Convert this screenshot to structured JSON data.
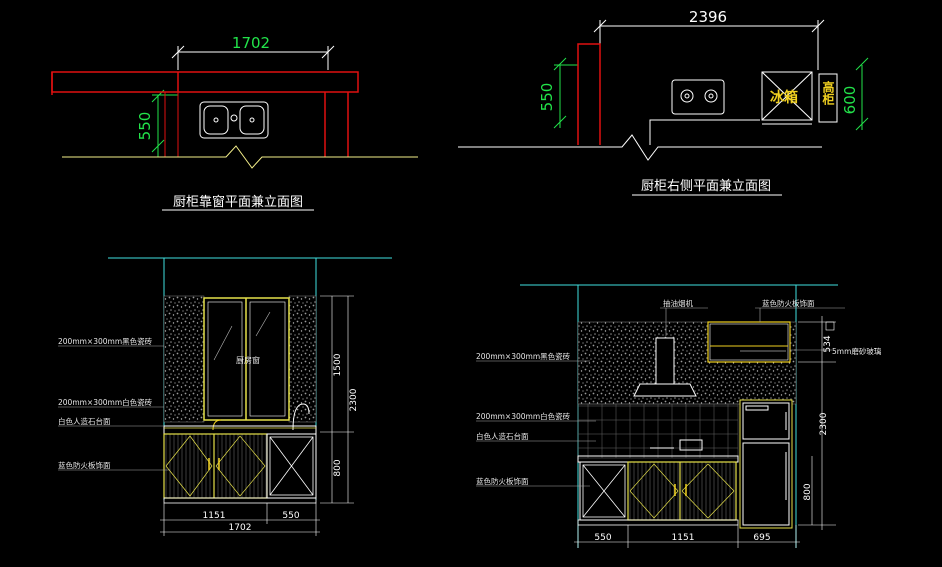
{
  "colors": {
    "background": "#000000",
    "wall_red": "#e01010",
    "floor_yellow": "#f5f08a",
    "dim_green": "#22e34a",
    "cyan": "#40e0e0",
    "white": "#ffffff",
    "cabinet_yellow": "#e6e14a"
  },
  "plan_left": {
    "dim_top": "1702",
    "dim_side": "550",
    "title": "厨柜靠窗平面兼立面图"
  },
  "plan_right": {
    "dim_top": "2396",
    "dim_side_left": "550",
    "dim_side_right": "600",
    "fridge_label_1": "冰箱",
    "fridge_label_2": "高柜",
    "title": "厨柜右侧平面兼立面图"
  },
  "elev_left": {
    "annotations": [
      "200mm×300mm黑色瓷砖",
      "200mm×300mm白色瓷砖",
      "白色人造石台面",
      "蓝色防火板饰面"
    ],
    "window_label": "厨房窗",
    "dim_height_total": "2300",
    "dim_upper": "1500",
    "dim_lower": "800",
    "dim_bottom_a": "1151",
    "dim_bottom_b": "550",
    "dim_bottom_total": "1702"
  },
  "elev_right": {
    "annotations": [
      "200mm×300mm黑色瓷砖",
      "200mm×300mm白色瓷砖",
      "白色人造石台面",
      "蓝色防火板饰面"
    ],
    "hood_label": "抽油烟机",
    "top_finish_label": "蓝色防火板饰面",
    "glass_label": "5mm磨砂玻璃",
    "dim_height_total": "2300",
    "dim_cabinet": "534",
    "dim_lower": "800",
    "dim_bottom_a": "550",
    "dim_bottom_b": "1151",
    "dim_bottom_c": "695"
  }
}
